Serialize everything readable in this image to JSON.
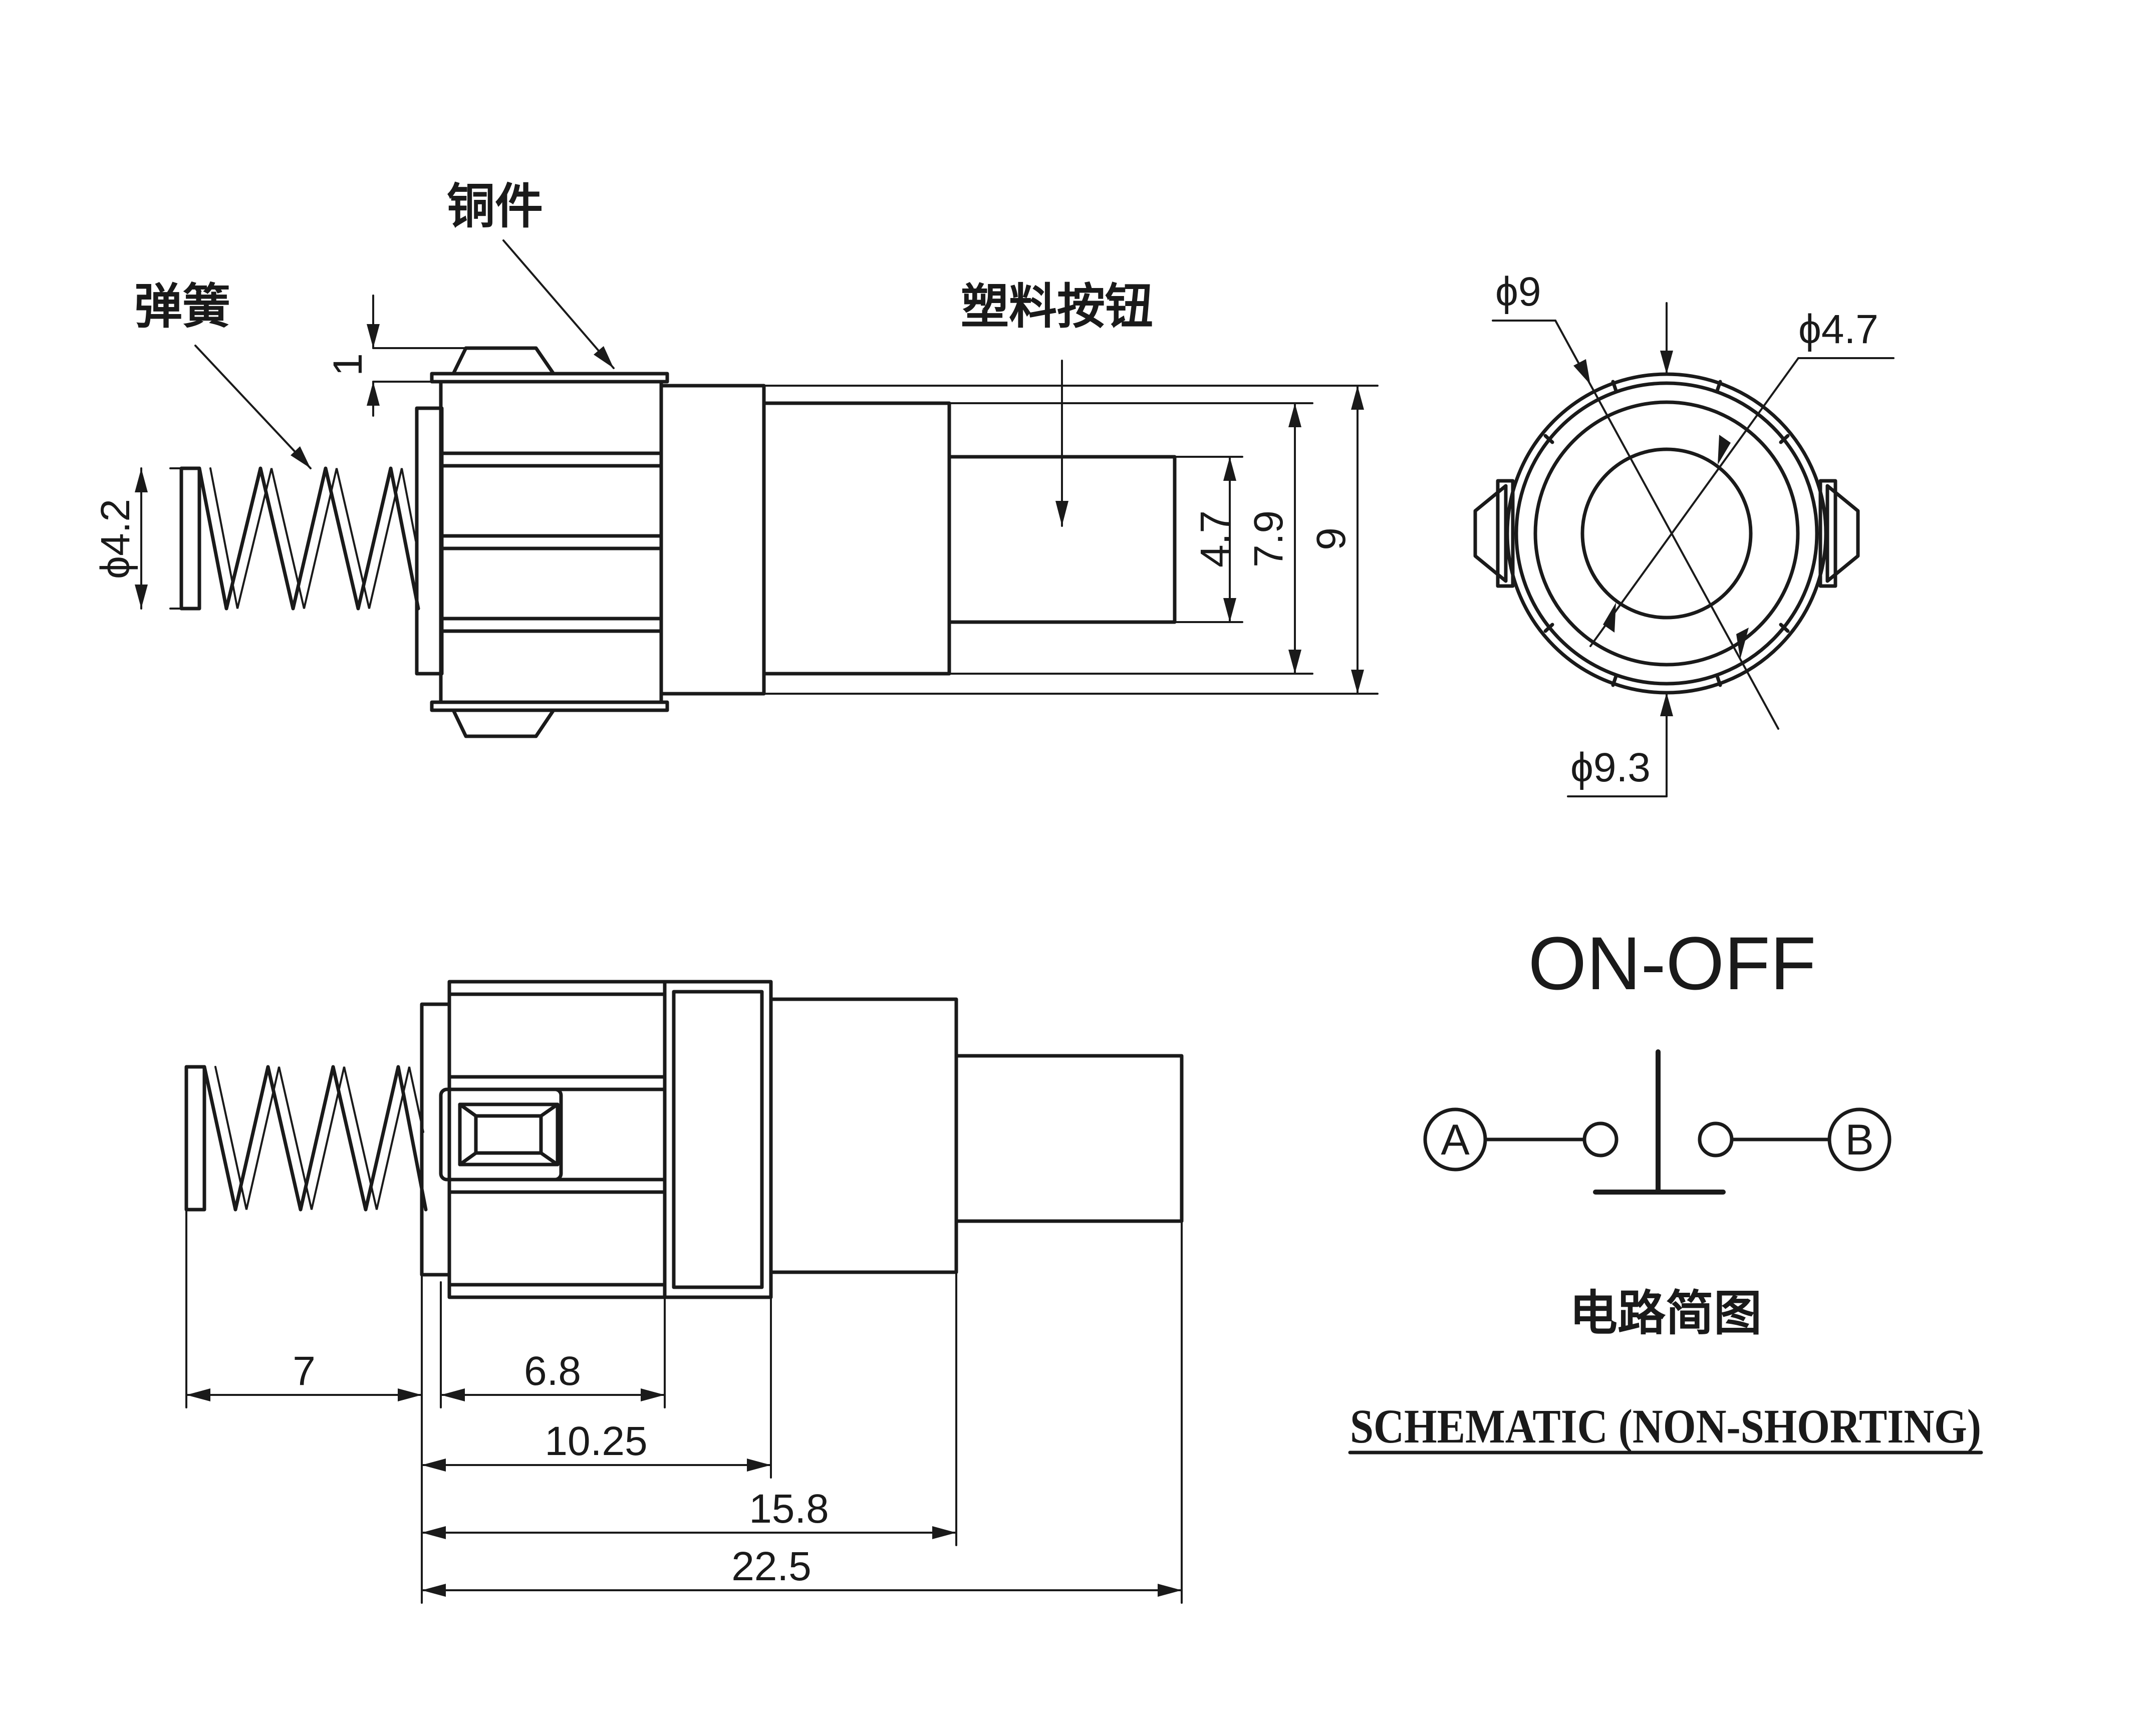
{
  "labels": {
    "copper_part": "铜件",
    "spring": "弹簧",
    "plastic_button": "塑料按钮",
    "circuit_diagram": "电路简图",
    "on_off": "ON-OFF",
    "schematic": "SCHEMATIC (NON-SHORTING)",
    "terminal_a": "A",
    "terminal_b": "B"
  },
  "dimensions": {
    "tab_height": "1",
    "spring_diameter": "ϕ4.2",
    "button_diameter": "4.7",
    "body_diameter": "7.9",
    "overall_height": "9",
    "front_d9": "ϕ9",
    "front_d47": "ϕ4.7",
    "front_d93": "ϕ9.3",
    "spring_length": "7",
    "housing_length": "6.8",
    "collar_length": "10.25",
    "body_length": "15.8",
    "total_length": "22.5"
  }
}
